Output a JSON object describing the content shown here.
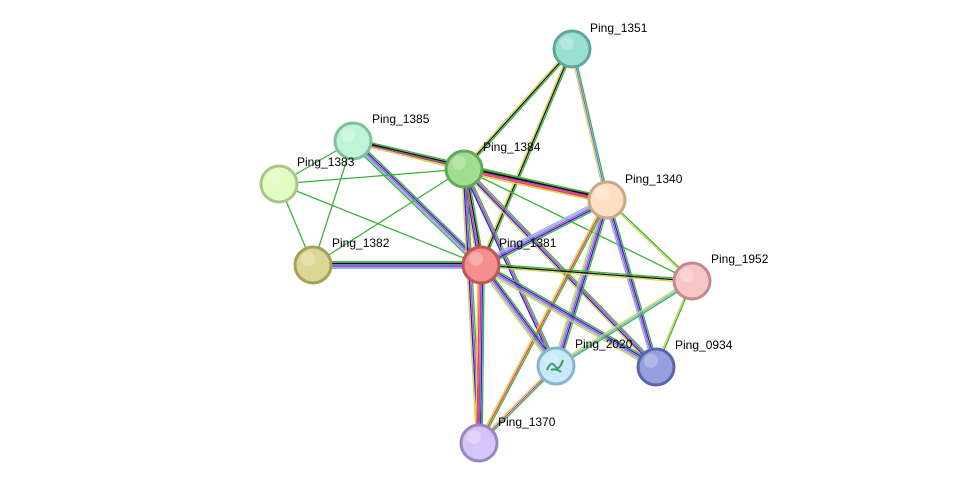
{
  "network": {
    "nodes": [
      {
        "id": "Ping_1351",
        "label": "Ping_1351",
        "fill": "#99e0d4",
        "stroke": "#5fa79a"
      },
      {
        "id": "Ping_1385",
        "label": "Ping_1385",
        "fill": "#bff5d7",
        "stroke": "#82bf9b"
      },
      {
        "id": "Ping_1384",
        "label": "Ping_1384",
        "fill": "#a1dd91",
        "stroke": "#63a854"
      },
      {
        "id": "Ping_1383",
        "label": "Ping_1383",
        "fill": "#e2fbc0",
        "stroke": "#a9c689"
      },
      {
        "id": "Ping_1340",
        "label": "Ping_1340",
        "fill": "#fde0c2",
        "stroke": "#c7a986"
      },
      {
        "id": "Ping_1382",
        "label": "Ping_1382",
        "fill": "#dad894",
        "stroke": "#a3a05a"
      },
      {
        "id": "Ping_1381",
        "label": "Ping_1381",
        "fill": "#f58f8f",
        "stroke": "#bf5555"
      },
      {
        "id": "Ping_1952",
        "label": "Ping_1952",
        "fill": "#f6c6c6",
        "stroke": "#c28a8a"
      },
      {
        "id": "Ping_2020",
        "label": "Ping_2020",
        "fill": "#c9e8f8",
        "stroke": "#84b6cf"
      },
      {
        "id": "Ping_0934",
        "label": "Ping_0934",
        "fill": "#97a0df",
        "stroke": "#5a63ae"
      },
      {
        "id": "Ping_1370",
        "label": "Ping_1370",
        "fill": "#d5c5f6",
        "stroke": "#9886c5"
      }
    ],
    "edges": [
      {
        "source": "Ping_1351",
        "target": "Ping_1384",
        "colors": [
          "#3bb33b",
          "#111111",
          "#d4d44a"
        ]
      },
      {
        "source": "Ping_1351",
        "target": "Ping_1381",
        "colors": [
          "#3bb33b",
          "#111111",
          "#d4d44a"
        ]
      },
      {
        "source": "Ping_1351",
        "target": "Ping_1340",
        "colors": [
          "#3bb33b",
          "#6b6bff",
          "#d4d44a"
        ]
      },
      {
        "source": "Ping_1385",
        "target": "Ping_1384",
        "colors": [
          "#3bb33b",
          "#111111",
          "#d4d44a"
        ]
      },
      {
        "source": "Ping_1385",
        "target": "Ping_1340",
        "colors": [
          "#3bb33b",
          "#111111",
          "#c23cc2",
          "#d4d44a"
        ]
      },
      {
        "source": "Ping_1385",
        "target": "Ping_1381",
        "colors": [
          "#3bb33b",
          "#2222cc",
          "#c23cc2",
          "#6bb8e8",
          "#3bb33b"
        ]
      },
      {
        "source": "Ping_1385",
        "target": "Ping_1382",
        "colors": [
          "#3bb33b"
        ]
      },
      {
        "source": "Ping_1385",
        "target": "Ping_1383",
        "colors": [
          "#3bb33b"
        ]
      },
      {
        "source": "Ping_1384",
        "target": "Ping_1340",
        "colors": [
          "#3bb33b",
          "#111111",
          "#c23cc2",
          "#ff3a3a",
          "#d4d44a"
        ]
      },
      {
        "source": "Ping_1384",
        "target": "Ping_1381",
        "colors": [
          "#3bb33b",
          "#111111",
          "#c23cc2",
          "#2222cc",
          "#d4d44a"
        ]
      },
      {
        "source": "Ping_1384",
        "target": "Ping_1383",
        "colors": [
          "#3bb33b"
        ]
      },
      {
        "source": "Ping_1384",
        "target": "Ping_1382",
        "colors": [
          "#3bb33b"
        ]
      },
      {
        "source": "Ping_1384",
        "target": "Ping_2020",
        "colors": [
          "#3bb33b",
          "#c23cc2",
          "#2222cc"
        ]
      },
      {
        "source": "Ping_1384",
        "target": "Ping_0934",
        "colors": [
          "#3bb33b",
          "#c23cc2",
          "#2222cc",
          "#d4d44a"
        ]
      },
      {
        "source": "Ping_1384",
        "target": "Ping_1370",
        "colors": [
          "#3bb33b",
          "#c23cc2",
          "#2222cc",
          "#d4d44a"
        ]
      },
      {
        "source": "Ping_1384",
        "target": "Ping_1952",
        "colors": [
          "#3bb33b"
        ]
      },
      {
        "source": "Ping_1383",
        "target": "Ping_1382",
        "colors": [
          "#3bb33b"
        ]
      },
      {
        "source": "Ping_1383",
        "target": "Ping_1381",
        "colors": [
          "#3bb33b"
        ]
      },
      {
        "source": "Ping_1382",
        "target": "Ping_1381",
        "colors": [
          "#3bb33b",
          "#111111",
          "#2222cc",
          "#c23cc2",
          "#6bb8e8"
        ]
      },
      {
        "source": "Ping_1340",
        "target": "Ping_1381",
        "colors": [
          "#3bb33b",
          "#2222cc",
          "#c23cc2",
          "#6bb8e8",
          "#aaaaee"
        ]
      },
      {
        "source": "Ping_1340",
        "target": "Ping_1952",
        "colors": [
          "#3bb33b",
          "#d4d44a"
        ]
      },
      {
        "source": "Ping_1340",
        "target": "Ping_2020",
        "colors": [
          "#3bb33b",
          "#2222cc",
          "#c23cc2",
          "#6bb8e8",
          "#d4d44a"
        ]
      },
      {
        "source": "Ping_1340",
        "target": "Ping_0934",
        "colors": [
          "#3bb33b",
          "#2222cc",
          "#c23cc2",
          "#6bb8e8"
        ]
      },
      {
        "source": "Ping_1340",
        "target": "Ping_1370",
        "colors": [
          "#3bb33b",
          "#ff3a3a",
          "#d4d44a"
        ]
      },
      {
        "source": "Ping_1381",
        "target": "Ping_1952",
        "colors": [
          "#3bb33b",
          "#111111",
          "#d4d44a"
        ]
      },
      {
        "source": "Ping_1381",
        "target": "Ping_2020",
        "colors": [
          "#3bb33b",
          "#2222cc",
          "#c23cc2",
          "#6bb8e8",
          "#d4d44a"
        ]
      },
      {
        "source": "Ping_1381",
        "target": "Ping_0934",
        "colors": [
          "#3bb33b",
          "#2222cc",
          "#c23cc2",
          "#6bb8e8",
          "#d4d44a"
        ]
      },
      {
        "source": "Ping_1381",
        "target": "Ping_1370",
        "colors": [
          "#3bb33b",
          "#2222cc",
          "#c23cc2",
          "#ff3a3a",
          "#d4d44a"
        ]
      },
      {
        "source": "Ping_1952",
        "target": "Ping_2020",
        "colors": [
          "#3bb33b",
          "#6bb8e8",
          "#d4d44a"
        ]
      },
      {
        "source": "Ping_1952",
        "target": "Ping_0934",
        "colors": [
          "#3bb33b",
          "#d4d44a"
        ]
      },
      {
        "source": "Ping_2020",
        "target": "Ping_1370",
        "colors": [
          "#3bb33b",
          "#c23cc2",
          "#d4d44a"
        ]
      }
    ]
  }
}
